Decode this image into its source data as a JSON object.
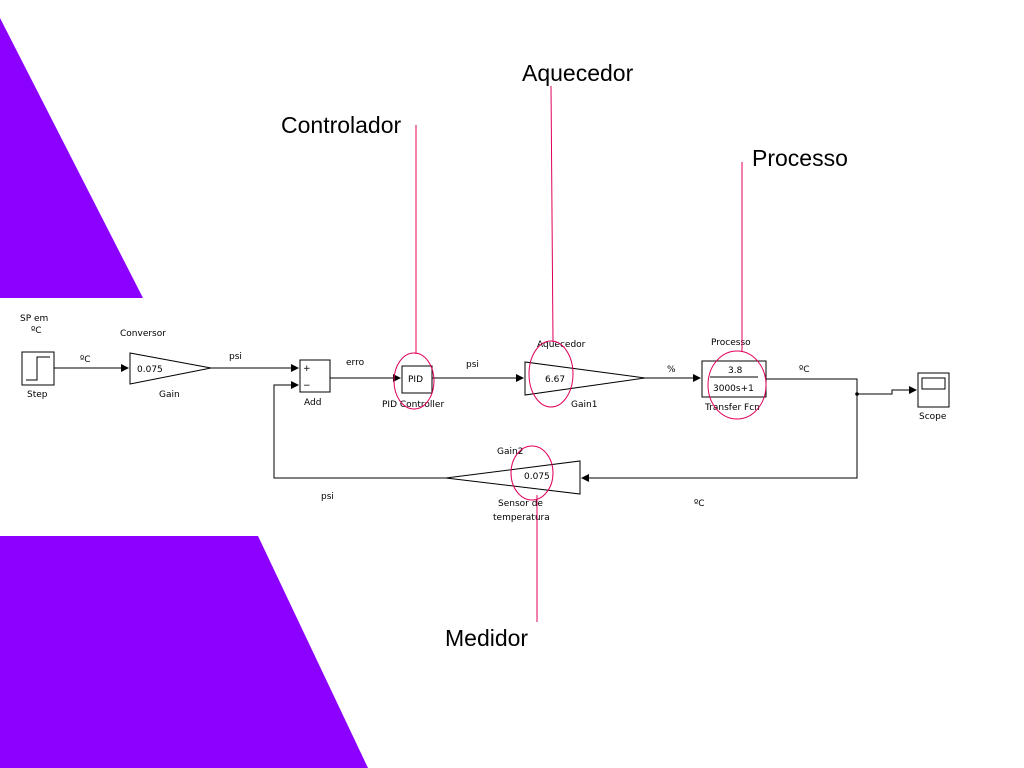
{
  "colors": {
    "accent": "#8b00ff",
    "callout": "#e0005a"
  },
  "callouts": {
    "aquecedor": "Aquecedor",
    "controlador": "Controlador",
    "processo": "Processo",
    "medidor": "Medidor"
  },
  "diagram": {
    "sp_label_line1": "SP em",
    "sp_label_line2": "ºC",
    "step_label": "Step",
    "conversor_title": "Conversor",
    "gain_value": "0.075",
    "gain_label": "Gain",
    "signal_c_1": "ºC",
    "signal_psi_1": "psi",
    "add_plus": "+",
    "add_minus": "−",
    "add_label": "Add",
    "signal_erro": "erro",
    "pid_text": "PID",
    "pid_label": "PID Controller",
    "signal_psi_2": "psi",
    "aquecedor_title": "Aquecedor",
    "gain1_value": "6.67",
    "gain1_label": "Gain1",
    "signal_percent": "%",
    "processo_title": "Processo",
    "tf_numerator": "3.8",
    "tf_denominator": "3000s+1",
    "tf_label": "Transfer Fcn",
    "signal_c_2": "ºC",
    "scope_label": "Scope",
    "gain2_title": "Gain2",
    "gain2_value": "0.075",
    "sensor_line1": "Sensor de",
    "sensor_line2": "temperatura",
    "signal_psi_3": "psi",
    "signal_c_3": "ºC"
  }
}
